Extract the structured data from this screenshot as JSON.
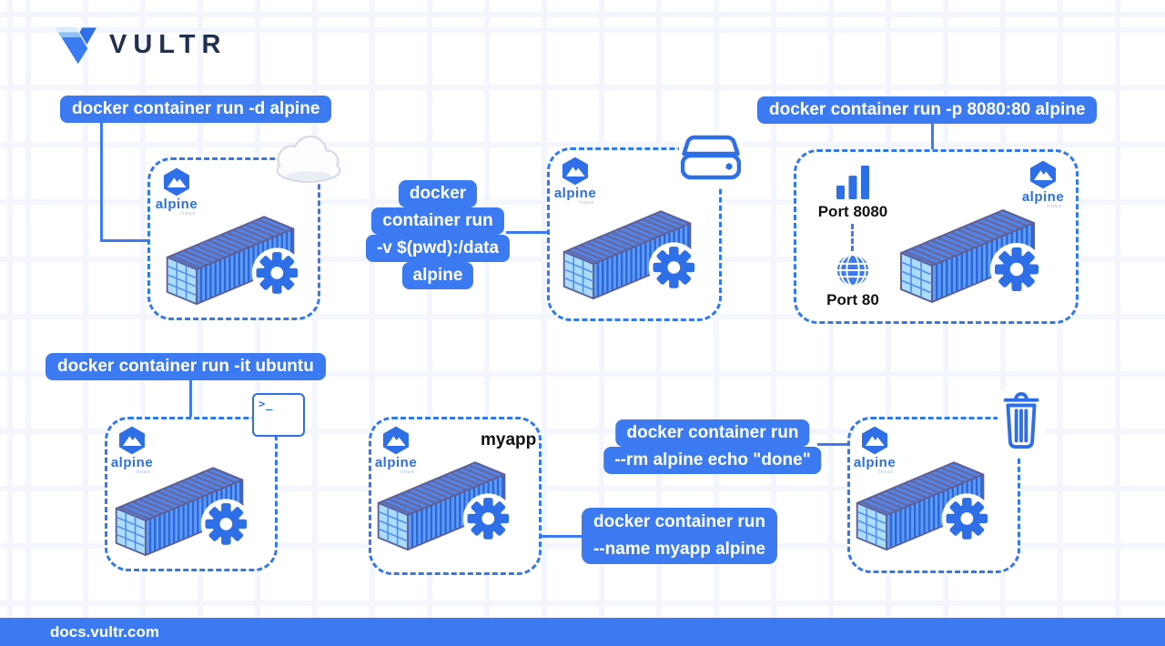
{
  "brand": {
    "name": "VULTR"
  },
  "footer": {
    "url": "docs.vultr.com"
  },
  "os_logo": {
    "name": "alpine",
    "sub": "linux"
  },
  "commands": {
    "detached": "docker container run -d alpine",
    "volume_lines": [
      "docker",
      "container run",
      "-v $(pwd):/data",
      "alpine"
    ],
    "ports": "docker container run -p 8080:80 alpine",
    "interactive": "docker container run -it ubuntu",
    "remove_lines": [
      "docker container run",
      "--rm alpine echo \"done\""
    ],
    "named_lines": [
      "docker container run",
      "--name myapp alpine"
    ]
  },
  "ports": {
    "host": "Port 8080",
    "container": "Port 80"
  },
  "named_container": "myapp",
  "terminal_prompt": ">_",
  "colors": {
    "accent": "#3b7af0",
    "gear_blue": "#2e6fe8",
    "navy": "#22304f"
  }
}
